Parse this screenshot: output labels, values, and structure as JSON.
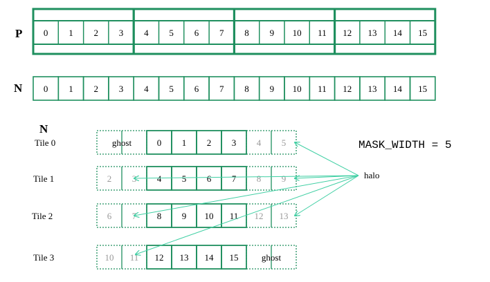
{
  "colors": {
    "accent": "#1e8f5e",
    "halo_arrow": "#3fcfa3",
    "ghost_text": "#999999"
  },
  "row_p": {
    "label": "P",
    "cells": [
      "0",
      "1",
      "2",
      "3",
      "4",
      "5",
      "6",
      "7",
      "8",
      "9",
      "10",
      "11",
      "12",
      "13",
      "14",
      "15"
    ]
  },
  "row_n": {
    "label": "N",
    "cells": [
      "0",
      "1",
      "2",
      "3",
      "4",
      "5",
      "6",
      "7",
      "8",
      "9",
      "10",
      "11",
      "12",
      "13",
      "14",
      "15"
    ]
  },
  "tiles_section": {
    "label": "N"
  },
  "mask_width_label": "MASK_WIDTH = 5",
  "halo_label": "halo",
  "tiles": [
    {
      "label": "Tile 0",
      "cells": [
        {
          "t": "ghost",
          "kind": "ghost-wide"
        },
        {
          "t": "0",
          "kind": "core"
        },
        {
          "t": "1",
          "kind": "core"
        },
        {
          "t": "2",
          "kind": "core"
        },
        {
          "t": "3",
          "kind": "core"
        },
        {
          "t": "4",
          "kind": "halo"
        },
        {
          "t": "5",
          "kind": "halo"
        }
      ]
    },
    {
      "label": "Tile 1",
      "cells": [
        {
          "t": "2",
          "kind": "halo"
        },
        {
          "t": "3",
          "kind": "halo"
        },
        {
          "t": "4",
          "kind": "core"
        },
        {
          "t": "5",
          "kind": "core"
        },
        {
          "t": "6",
          "kind": "core"
        },
        {
          "t": "7",
          "kind": "core"
        },
        {
          "t": "8",
          "kind": "halo"
        },
        {
          "t": "9",
          "kind": "halo"
        }
      ]
    },
    {
      "label": "Tile 2",
      "cells": [
        {
          "t": "6",
          "kind": "halo"
        },
        {
          "t": "7",
          "kind": "halo"
        },
        {
          "t": "8",
          "kind": "core"
        },
        {
          "t": "9",
          "kind": "core"
        },
        {
          "t": "10",
          "kind": "core"
        },
        {
          "t": "11",
          "kind": "core"
        },
        {
          "t": "12",
          "kind": "halo"
        },
        {
          "t": "13",
          "kind": "halo"
        }
      ]
    },
    {
      "label": "Tile 3",
      "cells": [
        {
          "t": "10",
          "kind": "halo"
        },
        {
          "t": "11",
          "kind": "halo"
        },
        {
          "t": "12",
          "kind": "core"
        },
        {
          "t": "13",
          "kind": "core"
        },
        {
          "t": "14",
          "kind": "core"
        },
        {
          "t": "15",
          "kind": "core"
        },
        {
          "t": "ghost",
          "kind": "ghost-wide"
        }
      ]
    }
  ]
}
